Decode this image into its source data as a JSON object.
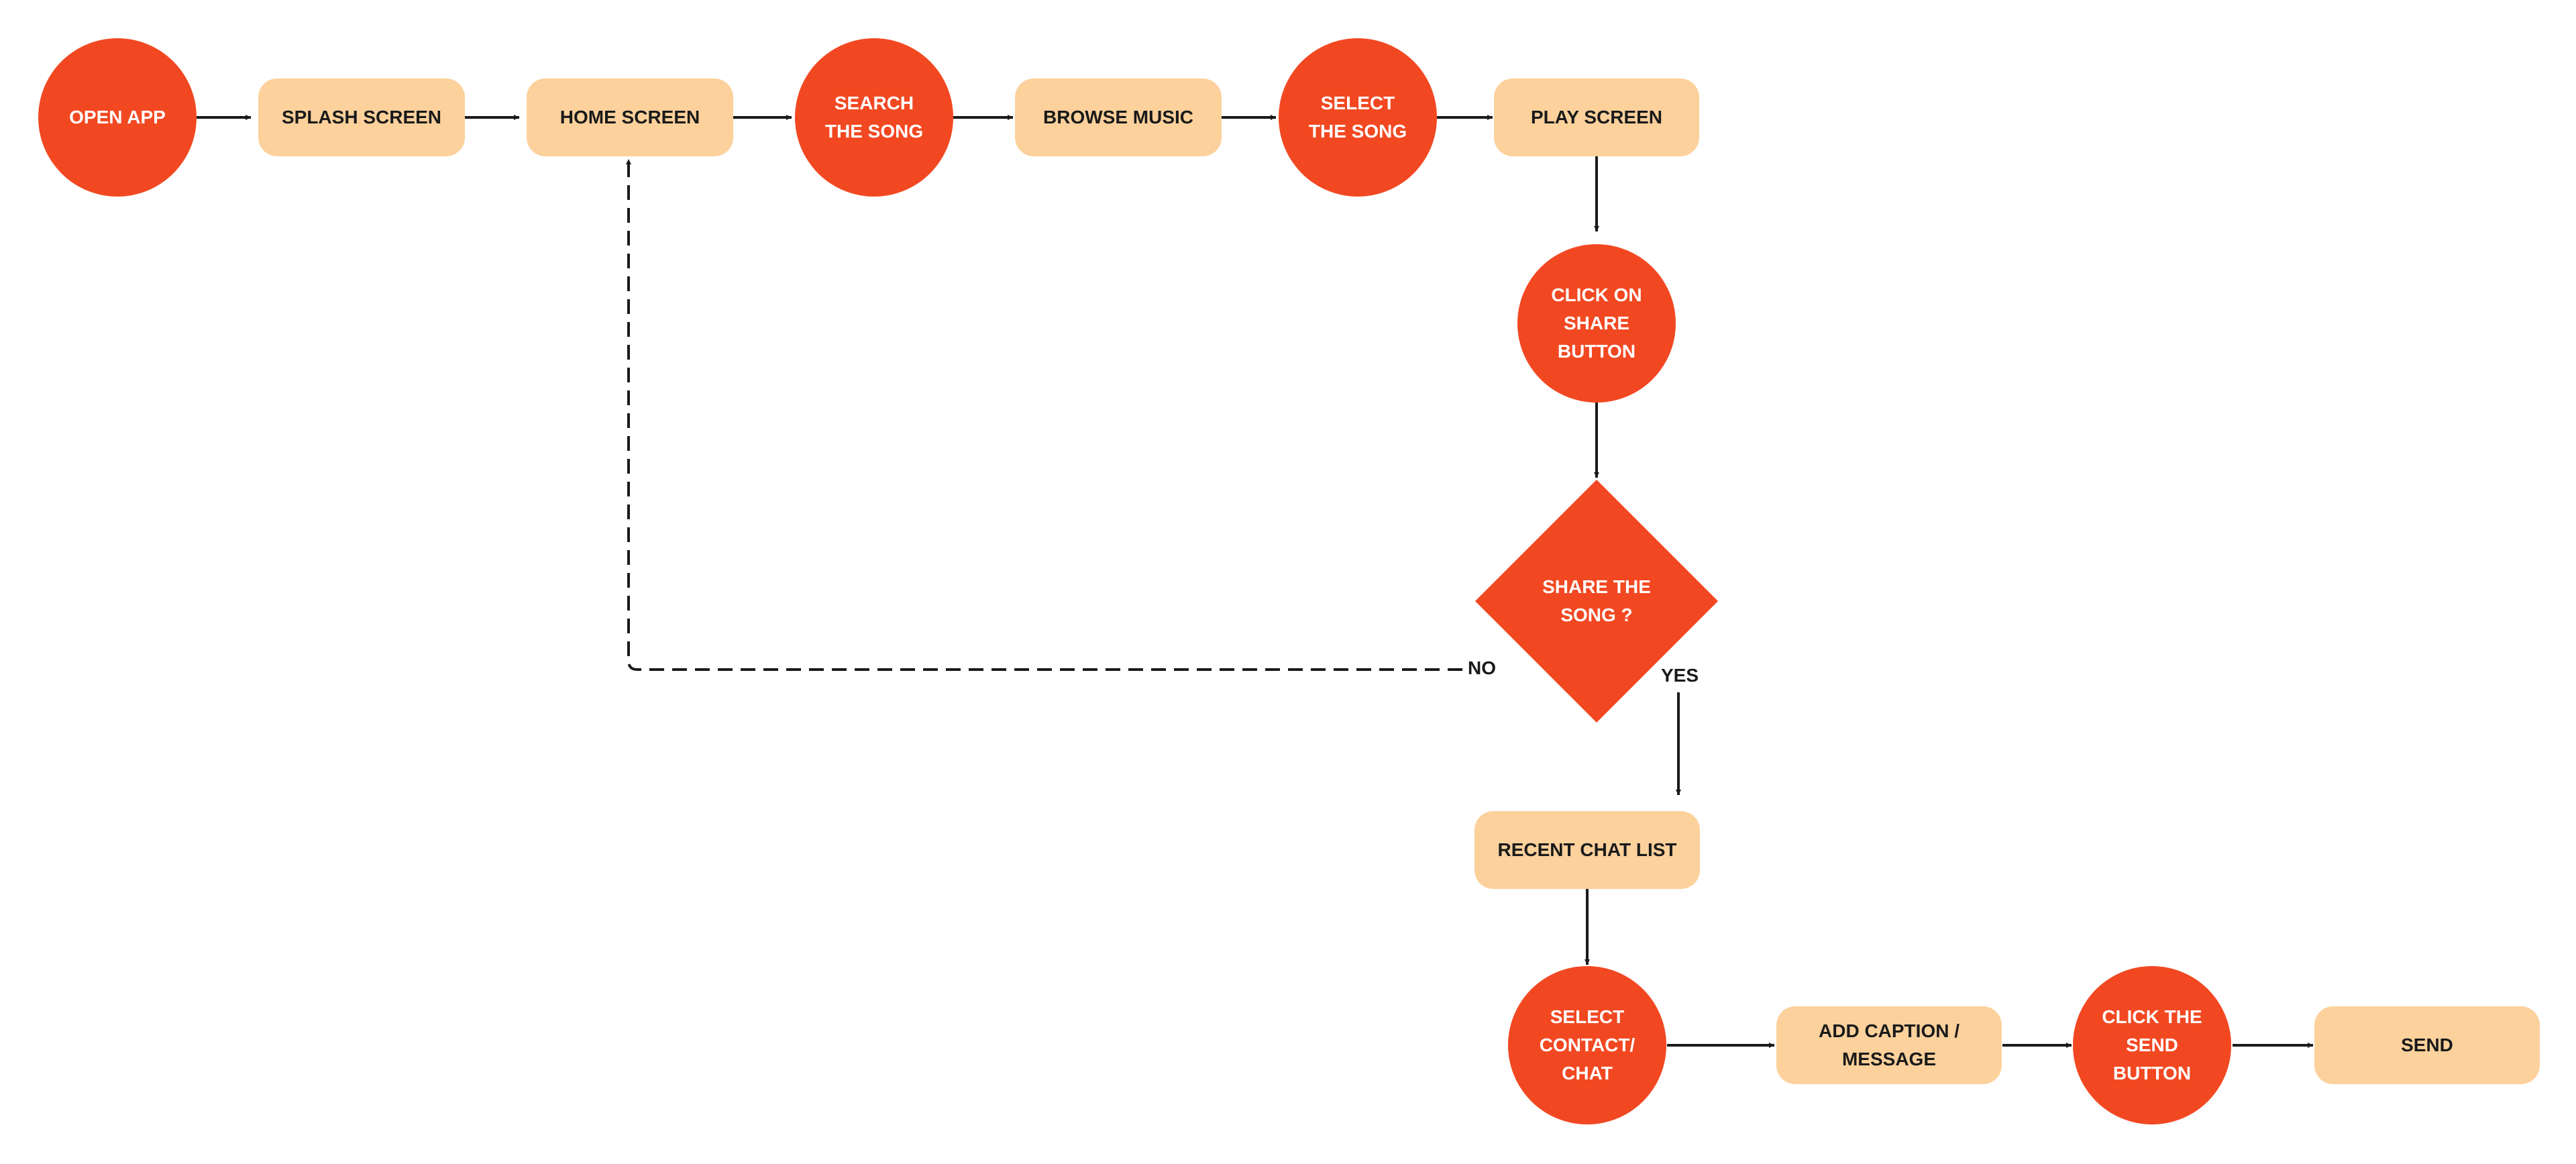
{
  "colors": {
    "circle_fill": "#F24822",
    "rect_fill": "#FCD19C",
    "circle_text": "#FFFFFF",
    "rect_text": "#1A1A1A",
    "connector": "#1A1A1A"
  },
  "nodes": {
    "open_app": "OPEN APP",
    "splash_screen": "SPLASH SCREEN",
    "home_screen": "HOME SCREEN",
    "search_song": "SEARCH\nTHE SONG",
    "browse_music": "BROWSE MUSIC",
    "select_song": "SELECT\nTHE SONG",
    "play_screen": "PLAY SCREEN",
    "click_share": "CLICK ON\nSHARE\nBUTTON",
    "share_decision": "SHARE THE\nSONG ?",
    "recent_chat": "RECENT CHAT LIST",
    "select_contact": "SELECT\nCONTACT/\nCHAT",
    "add_caption": "ADD CAPTION /\nMESSAGE",
    "click_send": "CLICK THE\nSEND\nBUTTON",
    "send": "SEND"
  },
  "edge_labels": {
    "no": "NO",
    "yes": "YES"
  }
}
